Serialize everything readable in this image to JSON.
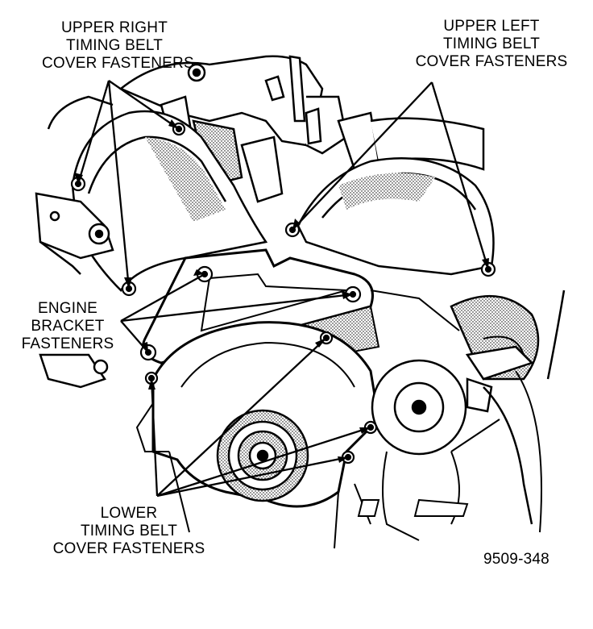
{
  "labels": {
    "upper_right": [
      "UPPER RIGHT",
      "TIMING BELT",
      "COVER FASTENERS"
    ],
    "upper_left": [
      "UPPER LEFT",
      "TIMING BELT",
      "COVER FASTENERS"
    ],
    "engine_bracket": [
      "ENGINE",
      "BRACKET",
      "FASTENERS"
    ],
    "lower": [
      "LOWER",
      "TIMING BELT",
      "COVER FASTENERS"
    ]
  },
  "figure_id": "9509-348",
  "colors": {
    "ink": "#000000",
    "paper": "#ffffff",
    "shade": "#bdbdbd"
  }
}
